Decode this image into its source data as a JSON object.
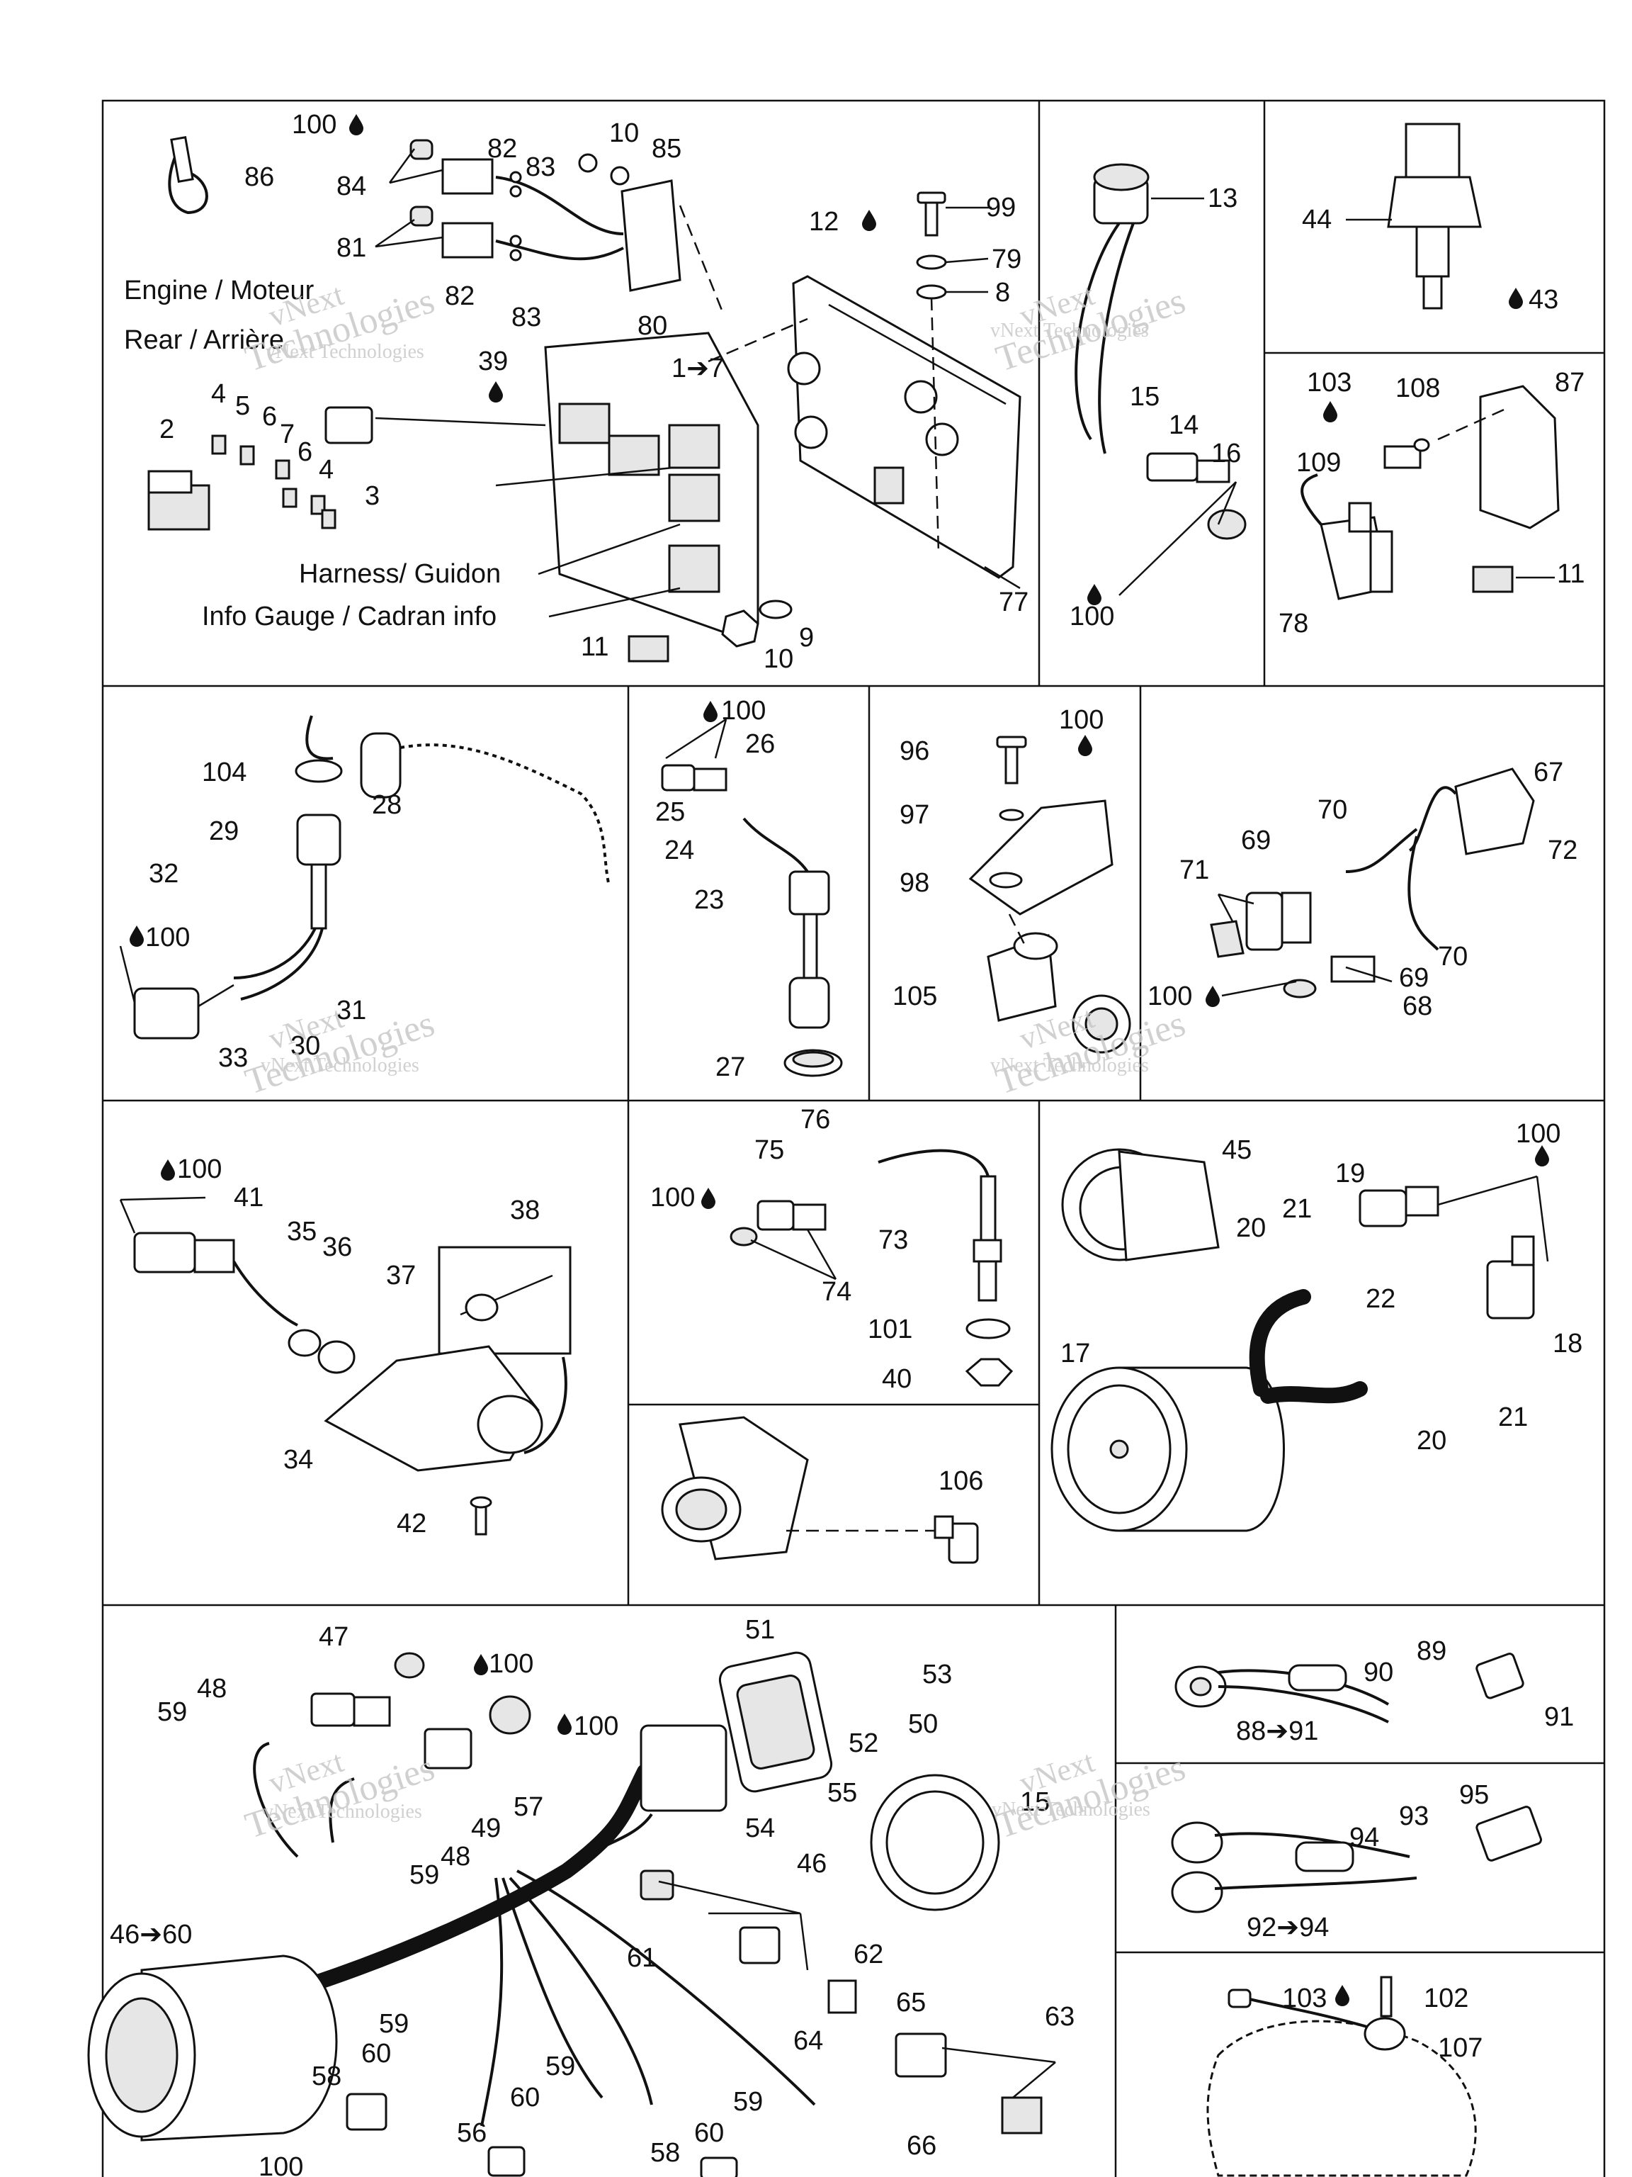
{
  "captions": {
    "engine": "Engine / Moteur",
    "rear": "Rear / Arrière",
    "harness": "Harness/ Guidon",
    "info_gauge": "Info Gauge / Cadran info"
  },
  "watermark": {
    "brand": "vNext",
    "line2": "Technologies",
    "full": "vNext Technologies"
  },
  "labels": {
    "l100a": "100",
    "l86": "86",
    "l84": "84",
    "l82a": "82",
    "l83a": "83",
    "l10a": "10",
    "l85": "85",
    "l81": "81",
    "l82b": "82",
    "l83b": "83",
    "l80": "80",
    "l39": "39",
    "l1to7": "1➔7",
    "l4a": "4",
    "l5": "5",
    "l6a": "6",
    "l7": "7",
    "l6b": "6",
    "l4b": "4",
    "l2": "2",
    "l3": "3",
    "l12": "12",
    "l99": "99",
    "l79": "79",
    "l8": "8",
    "l77": "77",
    "l9": "9",
    "l10b": "10",
    "l11a": "11",
    "l13": "13",
    "l15": "15",
    "l14": "14",
    "l16": "16",
    "l100b": "100",
    "l44": "44",
    "l43": "43",
    "l103a": "103",
    "l108": "108",
    "l87": "87",
    "l109": "109",
    "l78": "78",
    "l11b": "11",
    "l104": "104",
    "l28": "28",
    "l29": "29",
    "l32": "32",
    "l100c": "100",
    "l31": "31",
    "l30": "30",
    "l33": "33",
    "l100d": "100",
    "l26": "26",
    "l25": "25",
    "l24": "24",
    "l23": "23",
    "l27": "27",
    "l96": "96",
    "l100e": "100",
    "l97": "97",
    "l98": "98",
    "l105": "105",
    "l67": "67",
    "l70a": "70",
    "l69a": "69",
    "l71": "71",
    "l72": "72",
    "l70b": "70",
    "l69b": "69",
    "l100f": "100",
    "l68": "68",
    "l100g": "100",
    "l41": "41",
    "l35": "35",
    "l36": "36",
    "l38": "38",
    "l37": "37",
    "l34": "34",
    "l42": "42",
    "l76": "76",
    "l75": "75",
    "l100h": "100",
    "l73": "73",
    "l74": "74",
    "l101": "101",
    "l40": "40",
    "l106": "106",
    "l45": "45",
    "l19": "19",
    "l100i": "100",
    "l21a": "21",
    "l20a": "20",
    "l22": "22",
    "l18": "18",
    "l17": "17",
    "l21b": "21",
    "l20b": "20",
    "l47": "47",
    "l100j": "100",
    "l48a": "48",
    "l59a": "59",
    "l100k": "100",
    "l51": "51",
    "l53": "53",
    "l52": "52",
    "l50": "50",
    "l55": "55",
    "l57": "57",
    "l49": "49",
    "l48b": "48",
    "l59b": "59",
    "l54": "54",
    "l46a": "46",
    "l46to60": "46➔60",
    "l61": "61",
    "l62": "62",
    "l59c": "59",
    "l60a": "60",
    "l65": "65",
    "l64": "64",
    "l63": "63",
    "l58a": "58",
    "l59d": "59",
    "l60b": "60",
    "l59e": "59",
    "l60c": "60",
    "l56": "56",
    "l66": "66",
    "l58b": "58",
    "l100l": "100",
    "l15b": "15",
    "l89": "89",
    "l90": "90",
    "l91": "91",
    "l88to91": "88➔91",
    "l95": "95",
    "l93": "93",
    "l94": "94",
    "l92to94": "92➔94",
    "l103b": "103",
    "l102": "102",
    "l107": "107"
  }
}
